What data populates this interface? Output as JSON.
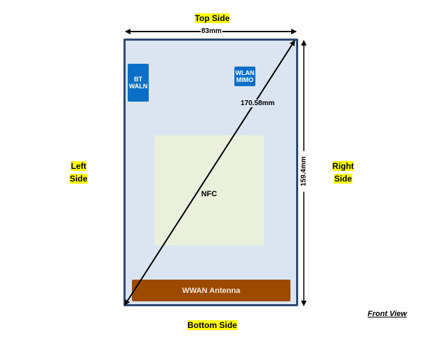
{
  "labels": {
    "top": "Top Side",
    "bottom": "Bottom Side",
    "left_line1": "Left",
    "left_line2": "Side",
    "right_line1": "Right",
    "right_line2": "Side",
    "view": "Front View"
  },
  "dimensions": {
    "width": "83mm",
    "height": "159.4mm",
    "diagonal": "170.58mm"
  },
  "components": {
    "bt_line1": "BT",
    "bt_line2": "WALN",
    "wlan_line1": "WLAN",
    "wlan_line2": "MIMO",
    "nfc": "NFC",
    "wwan": "WWAN Antenna"
  },
  "colors": {
    "frame_border": "#2e4a6f",
    "frame_fill": "#dbe5f1",
    "antenna_blue": "#0b6fc7",
    "nfc_fill": "#ebf0dd",
    "wwan_fill": "#9c4a00",
    "label_highlight": "#ffff00"
  }
}
